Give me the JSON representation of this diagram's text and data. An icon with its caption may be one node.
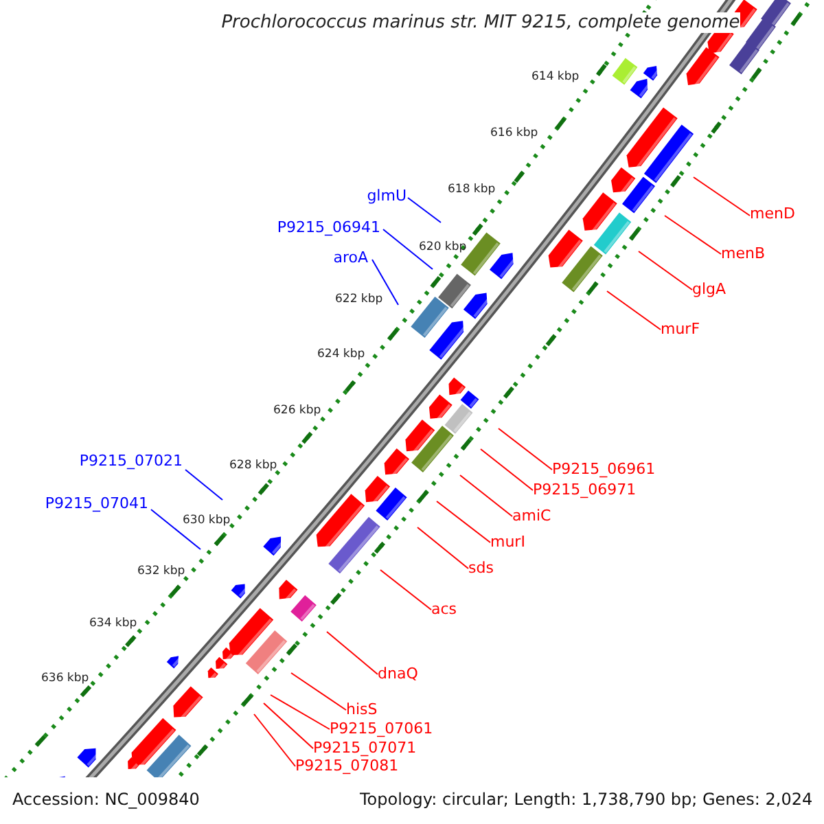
{
  "diagram": {
    "title": "Prochlorococcus marinus str. MIT 9215, complete genome",
    "nodes": [
      {
        "text": [
          "glmU"
        ]
      },
      {
        "text": [
          "menD"
        ]
      },
      {
        "text": [
          "P9215_06941"
        ]
      },
      {
        "text": [
          "menB"
        ]
      },
      {
        "text": [
          "aroA"
        ]
      },
      {
        "text": [
          "glgA"
        ]
      },
      {
        "text": [
          "murF"
        ]
      },
      {
        "text": [
          "P9215_07021"
        ]
      },
      {
        "text": [
          "P9215_06961"
        ]
      },
      {
        "text": [
          "P9215_06971"
        ]
      },
      {
        "text": [
          "P9215_07041"
        ]
      },
      {
        "text": [
          "amiC"
        ]
      },
      {
        "text": [
          "murI"
        ]
      },
      {
        "text": [
          "sds"
        ]
      },
      {
        "text": [
          "acs"
        ]
      },
      {
        "text": [
          "dnaQ"
        ]
      },
      {
        "text": [
          "hisS"
        ]
      },
      {
        "text": [
          "P9215_07061"
        ]
      },
      {
        "text": [
          "P9215_07071"
        ]
      },
      {
        "text": [
          "P9215_07081"
        ]
      }
    ],
    "edges": [
      {
        "from": 0,
        "to": null,
        "arrow": "none",
        "color": "#0000ff"
      },
      {
        "from": 1,
        "to": null,
        "arrow": "none"
      },
      {
        "from": 2,
        "to": null,
        "arrow": "none",
        "color": "#0000ff"
      },
      {
        "from": 3,
        "to": null,
        "arrow": "none"
      },
      {
        "from": 4,
        "to": null,
        "arrow": "none",
        "color": "#0000ff"
      },
      {
        "from": 5,
        "to": null,
        "arrow": "none"
      },
      {
        "from": 6,
        "to": null,
        "arrow": "none"
      },
      {
        "from": 7,
        "to": null,
        "arrow": "none",
        "color": "#0000ff"
      },
      {
        "from": 8,
        "to": null,
        "arrow": "none"
      },
      {
        "from": 9,
        "to": null,
        "arrow": "none"
      },
      {
        "from": 10,
        "to": null,
        "arrow": "none",
        "color": "#0000ff"
      },
      {
        "from": 11,
        "to": null,
        "arrow": "none"
      },
      {
        "from": 12,
        "to": null,
        "arrow": "none"
      },
      {
        "from": 13,
        "to": null,
        "arrow": "none"
      },
      {
        "from": 14,
        "to": null,
        "arrow": "none"
      },
      {
        "from": 15,
        "to": null,
        "arrow": "none"
      },
      {
        "from": 16,
        "to": null,
        "arrow": "none"
      },
      {
        "from": 17,
        "to": null,
        "arrow": "none"
      },
      {
        "from": 18,
        "to": null,
        "arrow": "none"
      },
      {
        "from": 19,
        "to": null,
        "arrow": "none"
      }
    ],
    "labels": [
      "614 kbp",
      "616 kbp",
      "618 kbp",
      "620 kbp",
      "622 kbp",
      "624 kbp",
      "626 kbp",
      "628 kbp",
      "630 kbp",
      "632 kbp",
      "634 kbp",
      "636 kbp",
      "Accession: NC_009840",
      "Topology: circular; Length: 1,738,790 bp; Genes: 2,024"
    ]
  }
}
